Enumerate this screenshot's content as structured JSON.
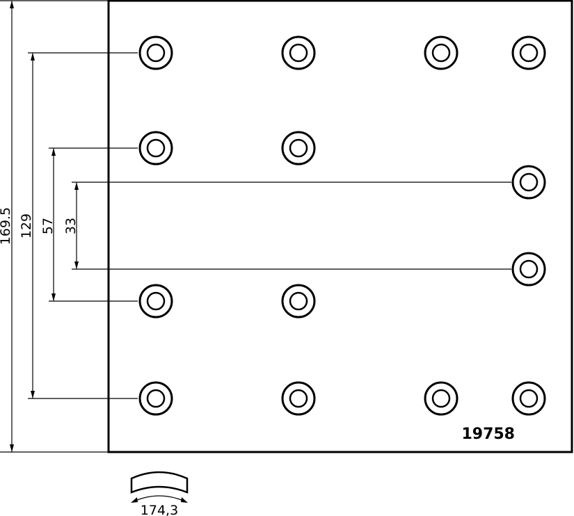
{
  "part_number": "19758",
  "dimensions": {
    "overall_height": "169.5",
    "outer_hole_spacing": "129",
    "middle_hole_spacing": "57",
    "inner_hole_spacing": "33",
    "arc_length": "174,3"
  },
  "holes": {
    "count": 14,
    "rows": [
      "top",
      "upper-middle",
      "upper-inner",
      "lower-inner",
      "lower-middle",
      "bottom"
    ]
  },
  "colors": {
    "line": "#000000",
    "background": "#ffffff"
  }
}
